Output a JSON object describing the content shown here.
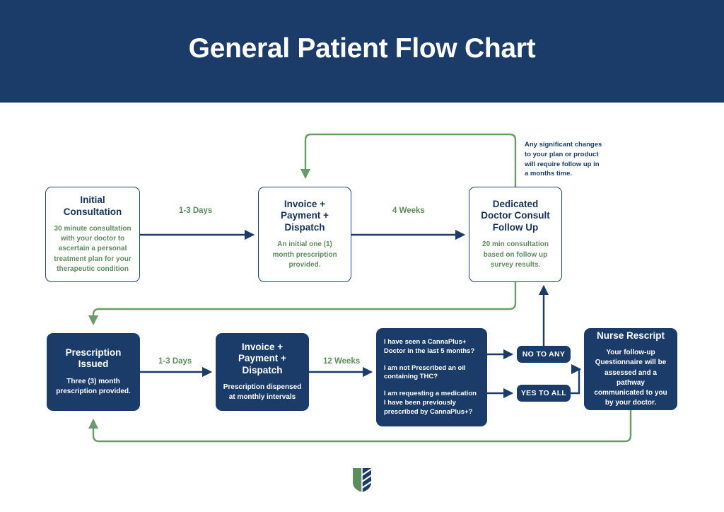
{
  "header": {
    "title": "General Patient Flow Chart"
  },
  "colors": {
    "navy": "#1b3c68",
    "navy_text": "#15325a",
    "green": "#5d8c5e",
    "white": "#ffffff",
    "box_border": "#24426b"
  },
  "nodes": {
    "initial_consultation": {
      "title": "Initial Consultation",
      "body": "30 minute consultation with your doctor to ascertain a personal treatment plan for your therapeutic condition"
    },
    "invoice_top": {
      "title": "Invoice + Payment + Dispatch",
      "body": "An initial one (1) month prescription provided."
    },
    "doctor_follow_up": {
      "title": "Dedicated Doctor Consult Follow Up",
      "body": "20 min consultation based on follow up survey results."
    },
    "prescription_issued": {
      "title": "Prescription Issued",
      "body": "Three (3) month prescription provided."
    },
    "invoice_bottom": {
      "title": "Invoice + Payment + Dispatch",
      "body": "Prescription dispensed at monthly intervals"
    },
    "criteria": {
      "questions": [
        "I have seen a CannaPlus+ Doctor in the last 5 months?",
        "I am not Prescribed an oil containing THC?",
        "I am requesting a medication I have been previously prescribed by CannaPlus+?"
      ]
    },
    "nurse_rescript": {
      "title": "Nurse Rescript",
      "body": "Your follow-up Questionnaire will be assessed and a pathway communicated to you by your doctor."
    }
  },
  "decisions": {
    "no_to_any": "NO TO ANY",
    "yes_to_all": "YES TO ALL"
  },
  "edge_labels": {
    "initial_to_invoice": "1-3 Days",
    "invoice_to_followup": "4 Weeks",
    "prescription_to_invoice": "1-3 Days",
    "invoice_to_criteria": "12 Weeks"
  },
  "annotation": {
    "text": "Any significant changes to your plan or product will require follow up in a months time."
  },
  "logo": {
    "name": "shield-logo"
  }
}
